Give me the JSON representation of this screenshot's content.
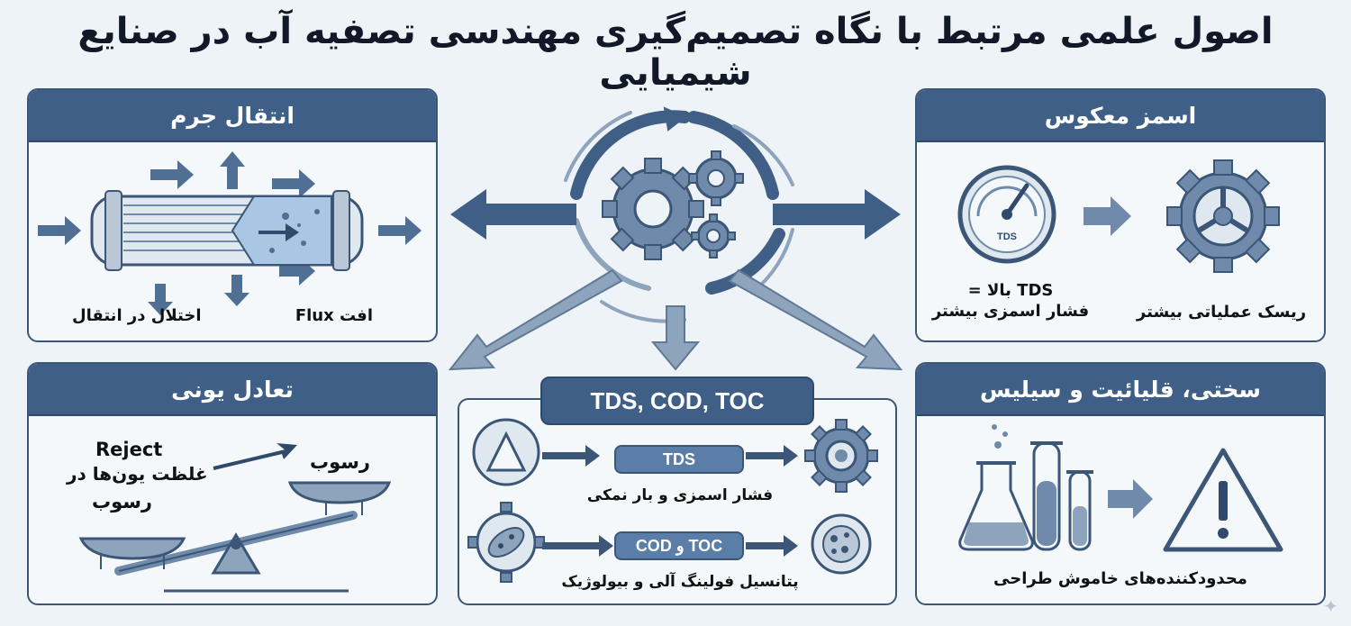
{
  "title": "اصول علمی مرتبط با نگاه تصمیم‌گیری مهندسی تصفیه آب در صنایع شیمیایی",
  "mass_transfer": {
    "heading": "انتقال جرم",
    "label_flux": "افت Flux",
    "label_disorder": "اختلال در انتقال"
  },
  "reverse_osmosis": {
    "heading": "اسمز معکوس",
    "gauge_text": "TDS",
    "label_pressure_line1": "TDS بالا =",
    "label_pressure_line2": "فشار اسمزی بیشتر",
    "label_risk": "ریسک عملیاتی بیشتر"
  },
  "ionic_equilibrium": {
    "heading": "تعادل یونی",
    "label_reject": "Reject",
    "label_concentration": "غلظت یون‌ها در",
    "label_precip_left": "رسوب",
    "label_precip_right": "رسوب"
  },
  "center": {
    "tag": "TDS, COD, TOC",
    "pill_tds": "TDS",
    "label_tds": "فشار اسمزی و بار نمکی",
    "pill_cod": "COD و TOC",
    "label_cod": "پتانسیل فولینگ آلی و بیولوژیک"
  },
  "hardness": {
    "heading": "سختی، قلیائیت و سیلیس",
    "label": "محدودکننده‌های خاموش طراحی"
  },
  "colors": {
    "header": "#3f5f87",
    "accent": "#5a7ea8",
    "outline": "#3b5677",
    "background": "#eef3f7"
  }
}
